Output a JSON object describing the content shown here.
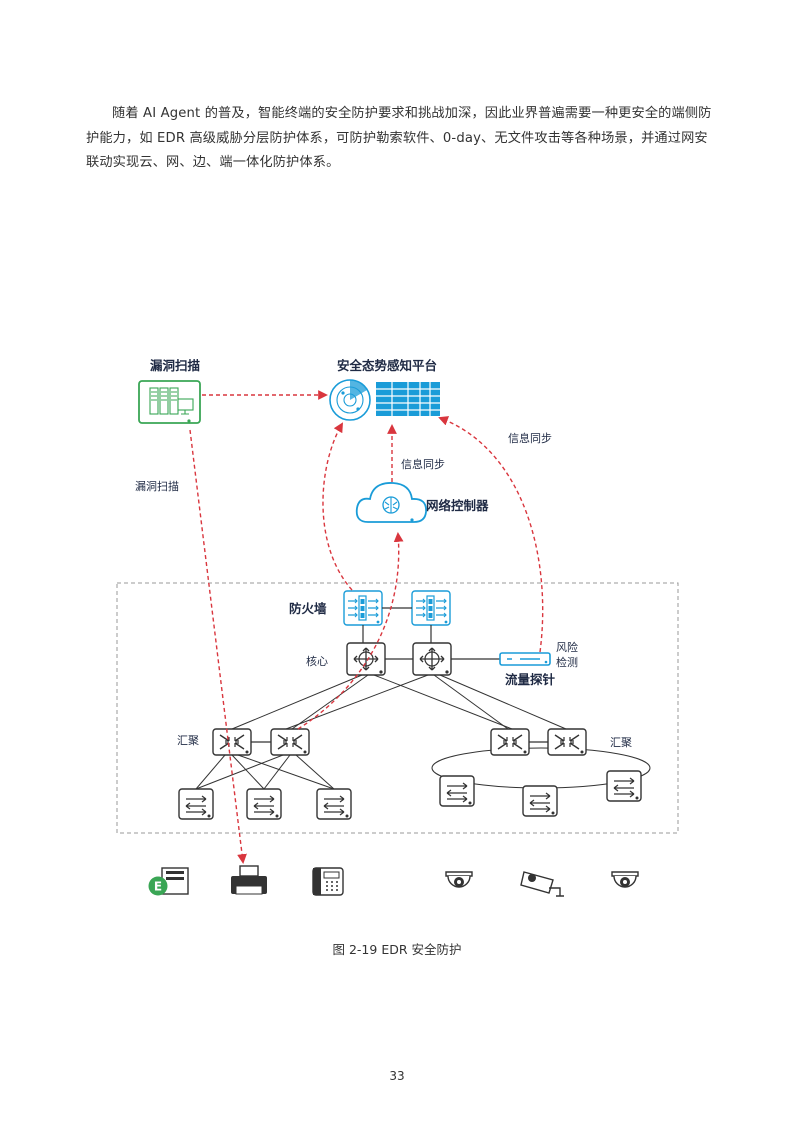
{
  "paragraph": "随着 AI Agent 的普及，智能终端的安全防护要求和挑战加深，因此业界普遍需要一种更安全的端侧防护能力，如 EDR 高级威胁分层防护体系，可防护勒索软件、0-day、无文件攻击等各种场景，并通过网安联动实现云、网、边、端一体化防护体系。",
  "diagram": {
    "labels": {
      "vuln_scan_title": "漏洞扫描",
      "vuln_scan_path": "漏洞扫描",
      "platform": "安全态势感知平台",
      "info_sync_left": "信息同步",
      "info_sync_right": "信息同步",
      "controller": "网络控制器",
      "firewall": "防火墙",
      "core": "核心",
      "risk_line1": "风险",
      "risk_line2": "检测",
      "probe": "流量探针",
      "agg_left": "汇聚",
      "agg_right": "汇聚",
      "edr_badge": "E"
    },
    "colors": {
      "scan_green": "#3aa655",
      "platform_blue": "#1a9cd8",
      "flow_red": "#d9363e",
      "device_dark": "#333333",
      "zone_border": "#999999"
    },
    "icons": [
      "scanner-server-icon",
      "radar-icon",
      "cloud-brain-icon",
      "firewall-icon",
      "core-router-icon",
      "probe-icon",
      "aggregation-switch-icon",
      "access-switch-icon",
      "edr-pc-icon",
      "printer-icon",
      "ip-phone-icon",
      "dome-camera-icon",
      "bullet-camera-icon"
    ]
  },
  "caption": "图 2-19 EDR 安全防护",
  "page_number": "33"
}
